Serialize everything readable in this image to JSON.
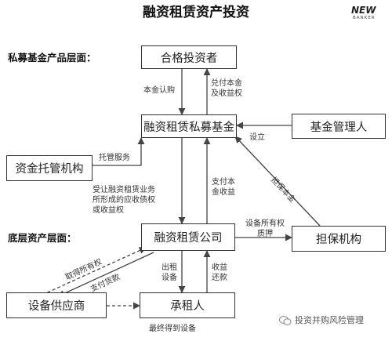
{
  "title": "融资租赁资产投资",
  "logo": {
    "line1": "NEW",
    "line2": "BANKER"
  },
  "sections": {
    "upper": "私募基金产品层面：",
    "lower": "底层资产层面："
  },
  "nodes": {
    "qualified_investor": "合格投资者",
    "fund": "融资租赁私募基金",
    "fund_manager": "基金管理人",
    "custodian": "资金托管机构",
    "leasing_company": "融资租赁公司",
    "guarantor": "担保机构",
    "equipment_supplier": "设备供应商",
    "lessee": "承租人"
  },
  "edge_labels": {
    "principal_subscription": "本金认购",
    "pay_principal_returns": [
      "兑付本金",
      "及收益权"
    ],
    "establish": "设立",
    "custody_service": "托管服务",
    "guarantee_principal": "担保本金",
    "pay_principal_returns_2": [
      "支付本",
      "金收益"
    ],
    "transferred_rights": [
      "受让融资租赁业务",
      "所形成的应收债权",
      "或收益权"
    ],
    "equipment_pledge": [
      "设备所有权",
      "质押"
    ],
    "obtain_ownership": "取得所有权",
    "pay_loan": "支付货款",
    "lease_equipment": [
      "出租",
      "设备"
    ],
    "returns_repayment": [
      "收益",
      "还款"
    ],
    "final_equipment": "最终得到设备"
  },
  "watermark": "投资并购风险管理",
  "colors": {
    "line": "#444444",
    "border": "#333333"
  }
}
